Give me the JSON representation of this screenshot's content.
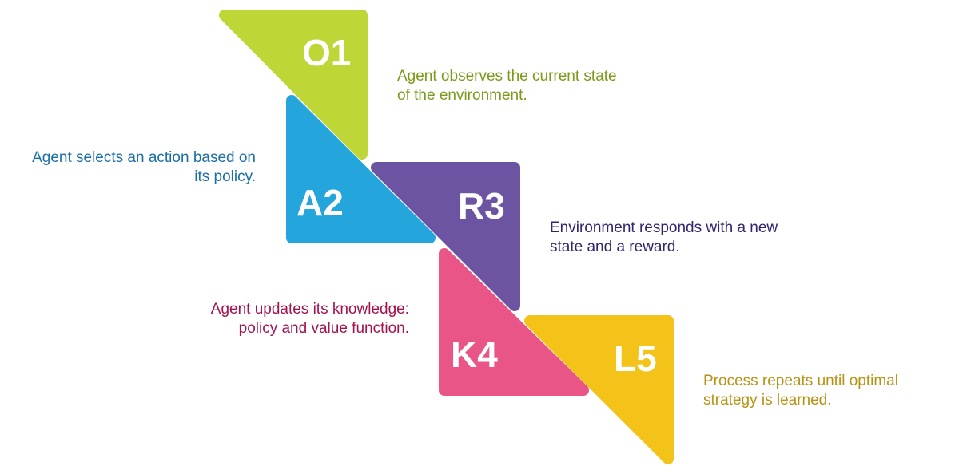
{
  "steps": [
    {
      "label": "O1",
      "color": "#bed636",
      "text_color": "#7a9a1a",
      "lines": [
        "Agent observes the current state",
        "of the environment."
      ]
    },
    {
      "label": "A2",
      "color": "#24a5dc",
      "text_color": "#1c6fa6",
      "lines": [
        "Agent selects an action based on",
        "its policy."
      ]
    },
    {
      "label": "R3",
      "color": "#6c54a3",
      "text_color": "#33246e",
      "lines": [
        "Environment responds with a new",
        "state and a reward."
      ]
    },
    {
      "label": "K4",
      "color": "#ea5587",
      "text_color": "#a3134f",
      "lines": [
        "Agent updates its knowledge:",
        "policy and value function."
      ]
    },
    {
      "label": "L5",
      "color": "#f3c319",
      "text_color": "#b89212",
      "lines": [
        "Process repeats until optimal",
        "strategy is learned."
      ]
    }
  ]
}
